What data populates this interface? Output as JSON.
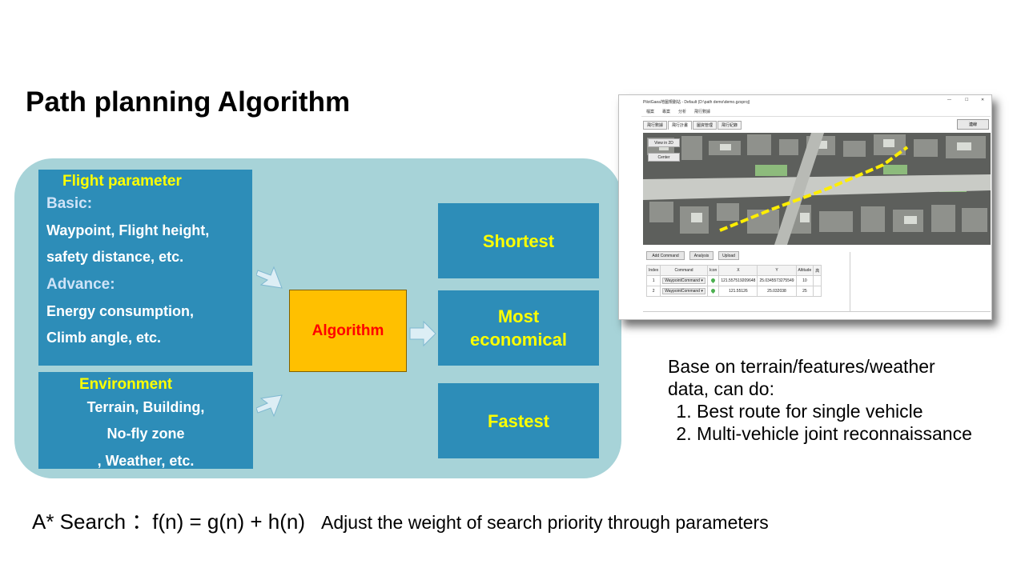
{
  "title": "Path planning Algorithm",
  "flight": {
    "heading": "Flight parameter",
    "basic_label": "Basic:",
    "basic_lines": [
      "Waypoint, Flight height,",
      "safety distance, etc."
    ],
    "advance_label": "Advance:",
    "advance_lines": [
      "Energy consumption,",
      "Climb angle, etc."
    ]
  },
  "environment": {
    "heading": "Environment",
    "lines": [
      "Terrain, Building,",
      "No-fly zone",
      ", Weather, etc."
    ]
  },
  "algorithm_label": "Algorithm",
  "outputs": {
    "shortest": "Shortest",
    "economical": [
      "Most",
      "economical"
    ],
    "fastest": "Fastest"
  },
  "base": {
    "intro": [
      "Base on terrain/features/weather",
      "data, can do:"
    ],
    "items": [
      "Best route for single vehicle",
      "Multi-vehicle joint reconnaissance"
    ]
  },
  "formula": {
    "main": "A* Search ：f(n) = g(n) + h(n)",
    "desc": "Adjust the weight of search priority through parameters"
  },
  "screenshot": {
    "window_title": "PilotGaea地圖規劃站 - Default (D:\\path demo\\demo.gzsproj)",
    "window_controls": [
      "—",
      "☐",
      "✕"
    ],
    "menu": [
      "檔案",
      "專案",
      "分析",
      "飛行數據"
    ],
    "tabs": [
      "飛行數據",
      "飛行計畫",
      "圖資管理",
      "飛行紀錄"
    ],
    "active_tab_index": 1,
    "dock_button": "連線",
    "map_buttons": [
      "View in 2D",
      "Center"
    ],
    "command_buttons": [
      "Add Command",
      "Analysis",
      "Upload"
    ],
    "table_headers": [
      "Index",
      "Command",
      "Icon",
      "X",
      "Y",
      "Altitude",
      "高"
    ],
    "rows": [
      {
        "index": "1",
        "command": "WaypointCommand",
        "x": "121.557519209648",
        "y": "25.0345573275549",
        "altitude": "10"
      },
      {
        "index": "2",
        "command": "WaypointCommand",
        "x": "121.55126",
        "y": "25.032038",
        "altitude": "25"
      }
    ],
    "colors": {
      "route": "#ffee00",
      "pin": "#4caf50"
    }
  }
}
